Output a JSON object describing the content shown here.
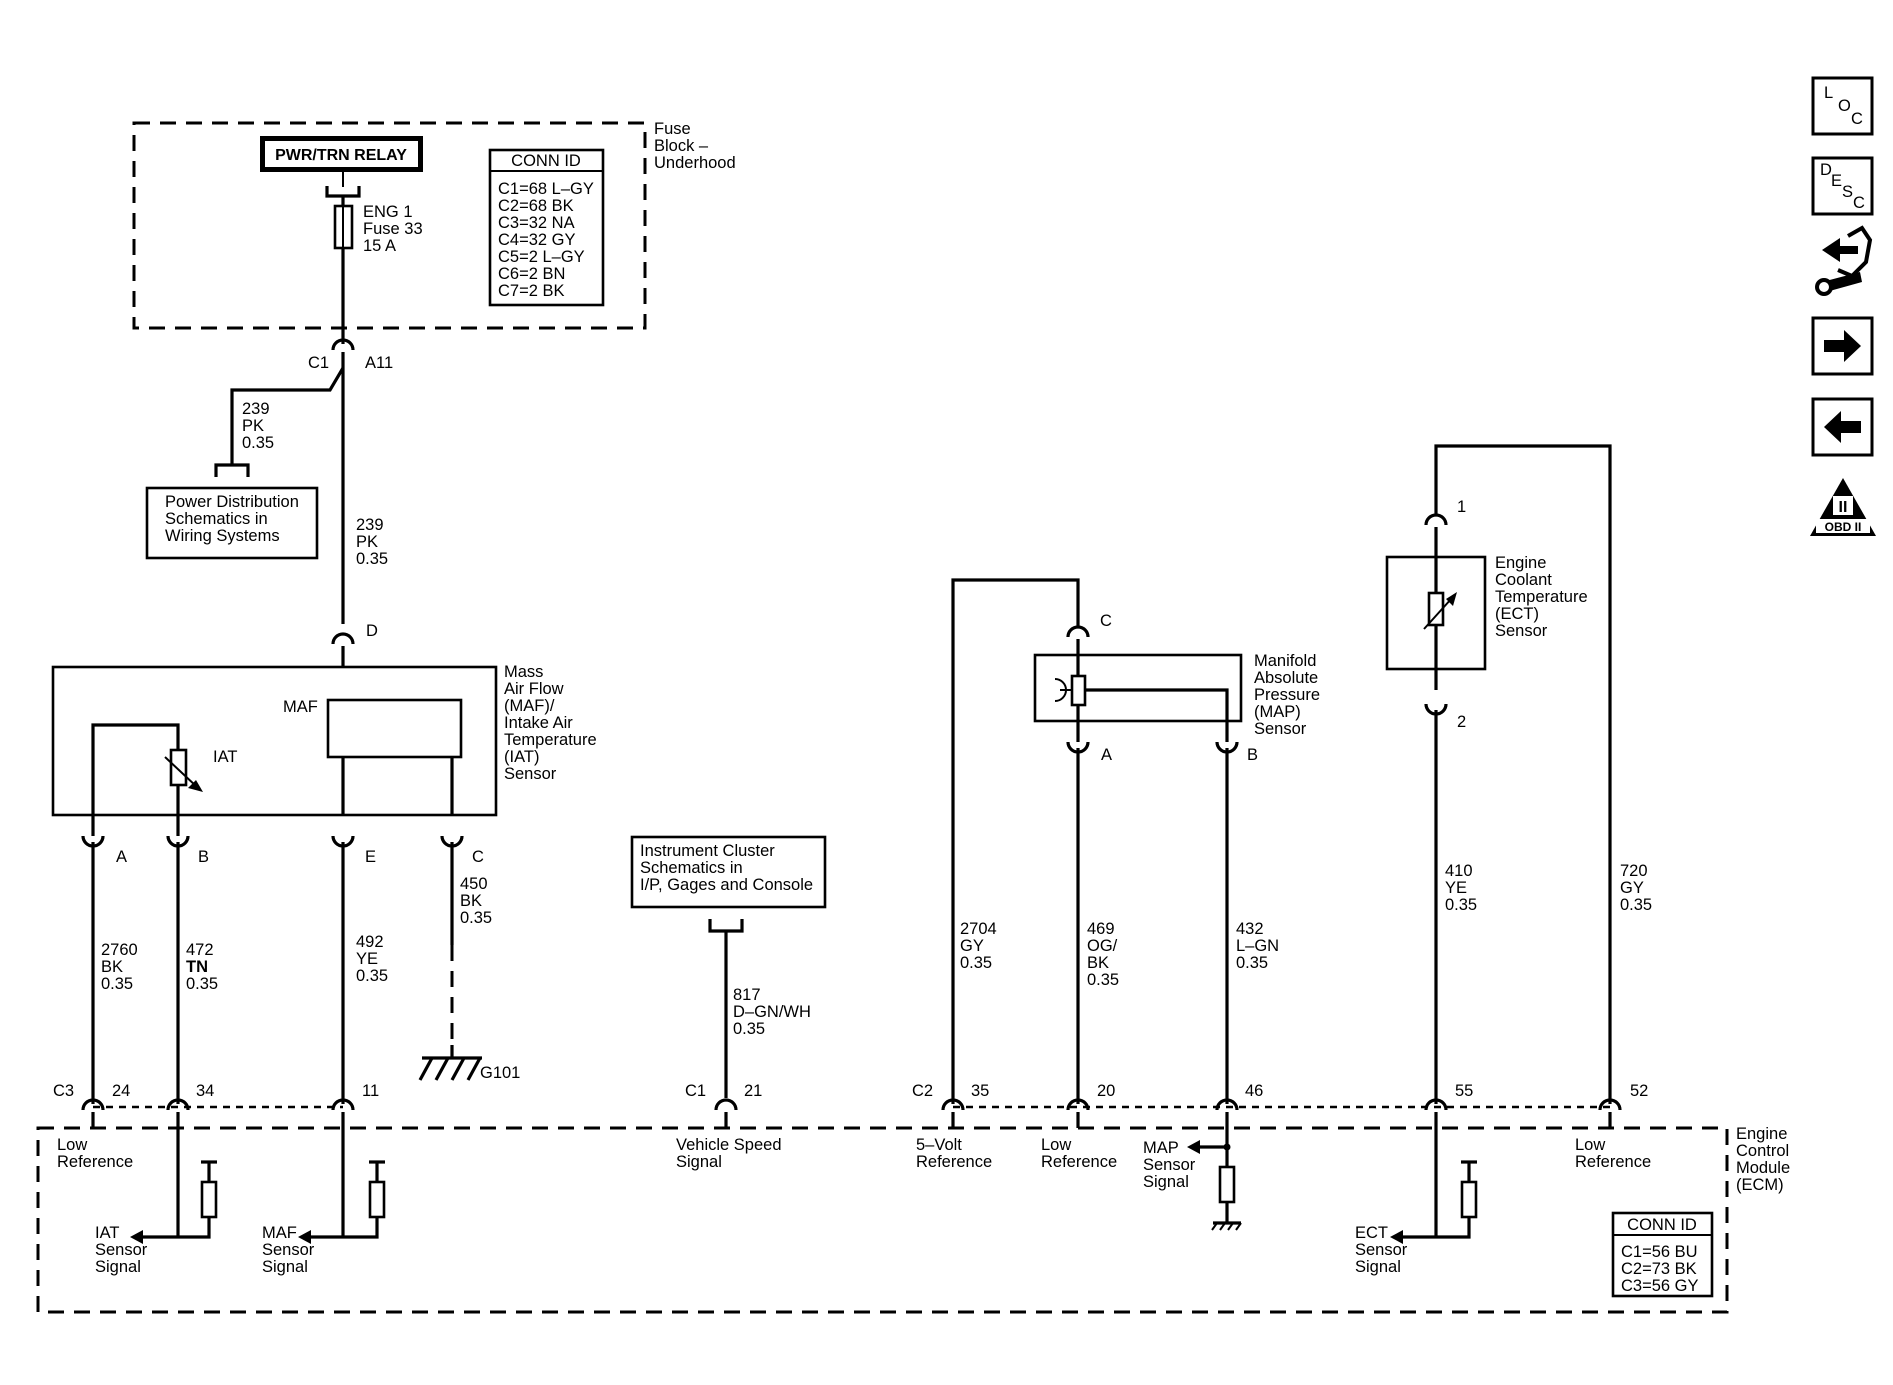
{
  "fuse_block": {
    "label": [
      "Fuse",
      "Block –",
      "Underhood"
    ]
  },
  "relay": {
    "label": "PWR/TRN RELAY"
  },
  "fuse": {
    "label": [
      "ENG 1",
      "Fuse 33",
      "15 A"
    ]
  },
  "conn_id_fuse_block": {
    "title": "CONN ID",
    "rows": [
      "C1=68 L–GY",
      "C2=68 BK",
      "C3=32 NA",
      "C4=32 GY",
      "C5=2 L–GY",
      "C6=2 BN",
      "C7=2 BK"
    ]
  },
  "feed": {
    "connector": "C1",
    "pin": "A11",
    "branch_wire": [
      "239",
      "PK",
      "0.35"
    ],
    "main_wire": [
      "239",
      "PK",
      "0.35"
    ]
  },
  "power_distribution": {
    "label": [
      "Power Distribution",
      "Schematics in",
      "Wiring Systems"
    ]
  },
  "maf_sensor": {
    "name": [
      "Mass",
      "Air Flow",
      "(MAF)/",
      "Intake Air",
      "Temperature",
      "(IAT)",
      "Sensor"
    ],
    "maf_label": "MAF",
    "iat_label": "IAT",
    "top_pin": "D",
    "pins": [
      "A",
      "B",
      "E",
      "C"
    ]
  },
  "wires_maf": [
    {
      "circuit": "2760",
      "color": "BK",
      "gauge": "0.35"
    },
    {
      "circuit": "472",
      "color": "TN",
      "gauge": "0.35"
    },
    {
      "circuit": "492",
      "color": "YE",
      "gauge": "0.35"
    },
    {
      "circuit": "450",
      "color": "BK",
      "gauge": "0.35"
    }
  ],
  "ground": {
    "label": "G101"
  },
  "instrument_cluster": {
    "label": [
      "Instrument Cluster",
      "Schematics in",
      "I/P, Gages and Console"
    ]
  },
  "wire_vss": {
    "circuit": "817",
    "color": "D–GN/WH",
    "gauge": "0.35"
  },
  "map_sensor": {
    "name": [
      "Manifold",
      "Absolute",
      "Pressure",
      "(MAP)",
      "Sensor"
    ],
    "pins": [
      "C",
      "A",
      "B"
    ]
  },
  "wires_map": [
    {
      "circuit": "2704",
      "color": "GY",
      "gauge": "0.35"
    },
    {
      "circuit": "469",
      "color": "OG/",
      "color2": "BK",
      "gauge": "0.35"
    },
    {
      "circuit": "432",
      "color": "L–GN",
      "gauge": "0.35"
    }
  ],
  "ect_sensor": {
    "name": [
      "Engine",
      "Coolant",
      "Temperature",
      "(ECT)",
      "Sensor"
    ],
    "pins": [
      "1",
      "2"
    ]
  },
  "wires_ect": [
    {
      "circuit": "410",
      "color": "YE",
      "gauge": "0.35"
    },
    {
      "circuit": "720",
      "color": "GY",
      "gauge": "0.35"
    }
  ],
  "ecm": {
    "name": [
      "Engine",
      "Control",
      "Module",
      "(ECM)"
    ],
    "connectors": [
      "C3",
      "C1",
      "C2"
    ],
    "pins": [
      "24",
      "34",
      "11",
      "21",
      "35",
      "20",
      "46",
      "55",
      "52"
    ],
    "signals": {
      "low_ref_1": [
        "Low",
        "Reference"
      ],
      "iat_signal": [
        "IAT",
        "Sensor",
        "Signal"
      ],
      "maf_signal": [
        "MAF",
        "Sensor",
        "Signal"
      ],
      "vss": [
        "Vehicle Speed",
        "Signal"
      ],
      "five_volt": [
        "5–Volt",
        "Reference"
      ],
      "low_ref_2": [
        "Low",
        "Reference"
      ],
      "map_signal": [
        "MAP",
        "Sensor",
        "Signal"
      ],
      "ect_signal": [
        "ECT",
        "Sensor",
        "Signal"
      ],
      "low_ref_3": [
        "Low",
        "Reference"
      ]
    },
    "conn_id": {
      "title": "CONN ID",
      "rows": [
        "C1=56 BU",
        "C2=73 BK",
        "C3=56 GY"
      ]
    }
  },
  "nav": {
    "loc": [
      "L",
      "O",
      "C"
    ],
    "desc": [
      "D",
      "E",
      "S",
      "C"
    ],
    "obd": [
      "II",
      "OBD II"
    ]
  }
}
